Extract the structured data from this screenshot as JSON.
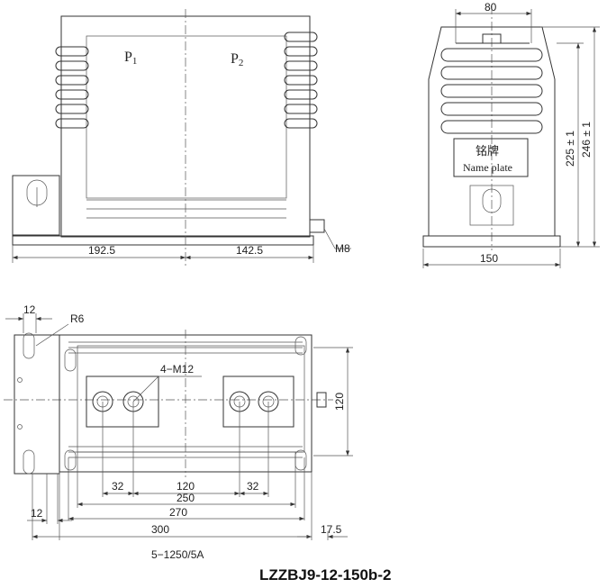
{
  "front_view": {
    "label_p1": "P",
    "label_p1_sub": "1",
    "label_p2": "P",
    "label_p2_sub": "2",
    "dim_left": "192.5",
    "dim_right": "142.5",
    "bolt_label": "M8"
  },
  "side_view": {
    "dim_top": "80",
    "dim_bottom": "150",
    "dim_height_inner": "225 ± 1",
    "dim_height_outer": "246 ± 1",
    "nameplate_cn": "铭牌",
    "nameplate_en": "Name plate"
  },
  "top_view": {
    "dim_12_top": "12",
    "radius_label": "R6",
    "thread_label": "4−M12",
    "dim_120_vertical": "120",
    "dim_32_left": "32",
    "dim_120_center": "120",
    "dim_32_right": "32",
    "dim_250": "250",
    "dim_270": "270",
    "dim_12_bottom": "12",
    "dim_300": "300",
    "dim_17_5": "17.5"
  },
  "ratio_note": "5−1250/5A",
  "model_title": "LZZBJ9-12-150b-2"
}
